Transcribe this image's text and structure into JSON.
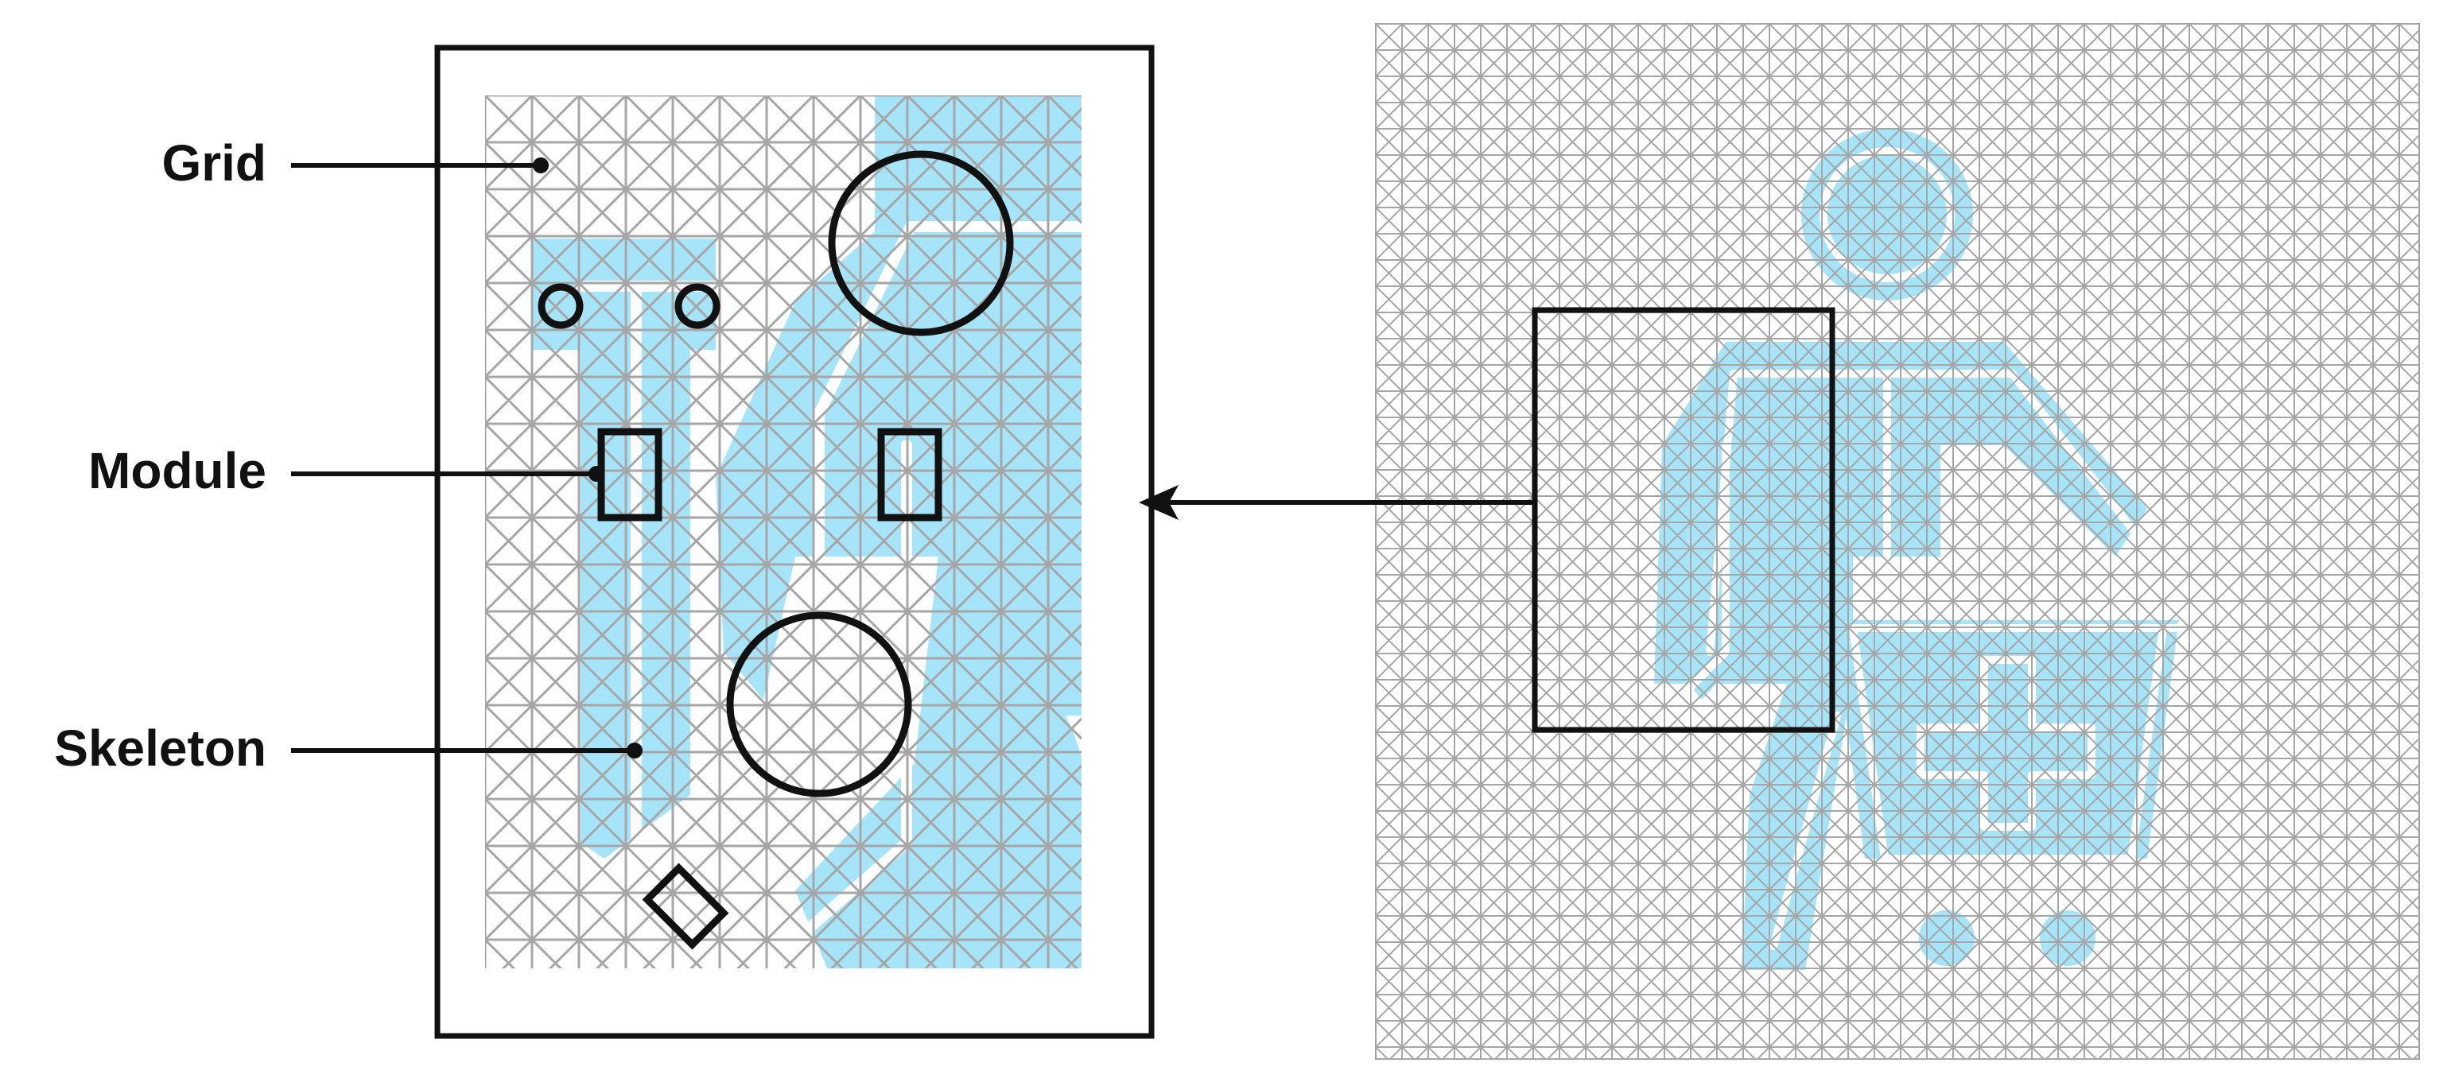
{
  "labels": {
    "grid": "Grid",
    "module": "Module",
    "skeleton": "Skeleton"
  },
  "colors": {
    "grid_line": "#a6a6a6",
    "shape_fill": "#a6e4f9",
    "skeleton": "#ffffff",
    "outline": "#000000"
  },
  "icons": {
    "pictogram": "person-with-crutch-and-shopping-cart-icon",
    "callout_arrow": "arrow-left-icon"
  }
}
